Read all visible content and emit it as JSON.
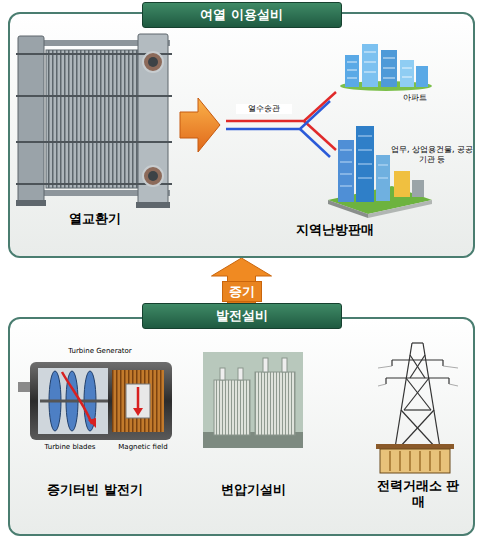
{
  "diagram": {
    "nodes": [
      {
        "text": [
          "여열 이용설비"
        ]
      },
      {
        "text": [
          "발전설비"
        ]
      }
    ],
    "edges": [
      {
        "from": 1,
        "to": 0,
        "label": "증기",
        "arrow": "to"
      }
    ],
    "labels": [
      "열교환기",
      "열수송관",
      "아파트",
      "업무, 상업용건물, 공공기관 등",
      "지역난방판매",
      "Turbine Generator",
      "Turbine blades",
      "Magnetic field",
      "증기터빈 발전기",
      "변압기설비",
      "전력거래소 판매"
    ]
  }
}
